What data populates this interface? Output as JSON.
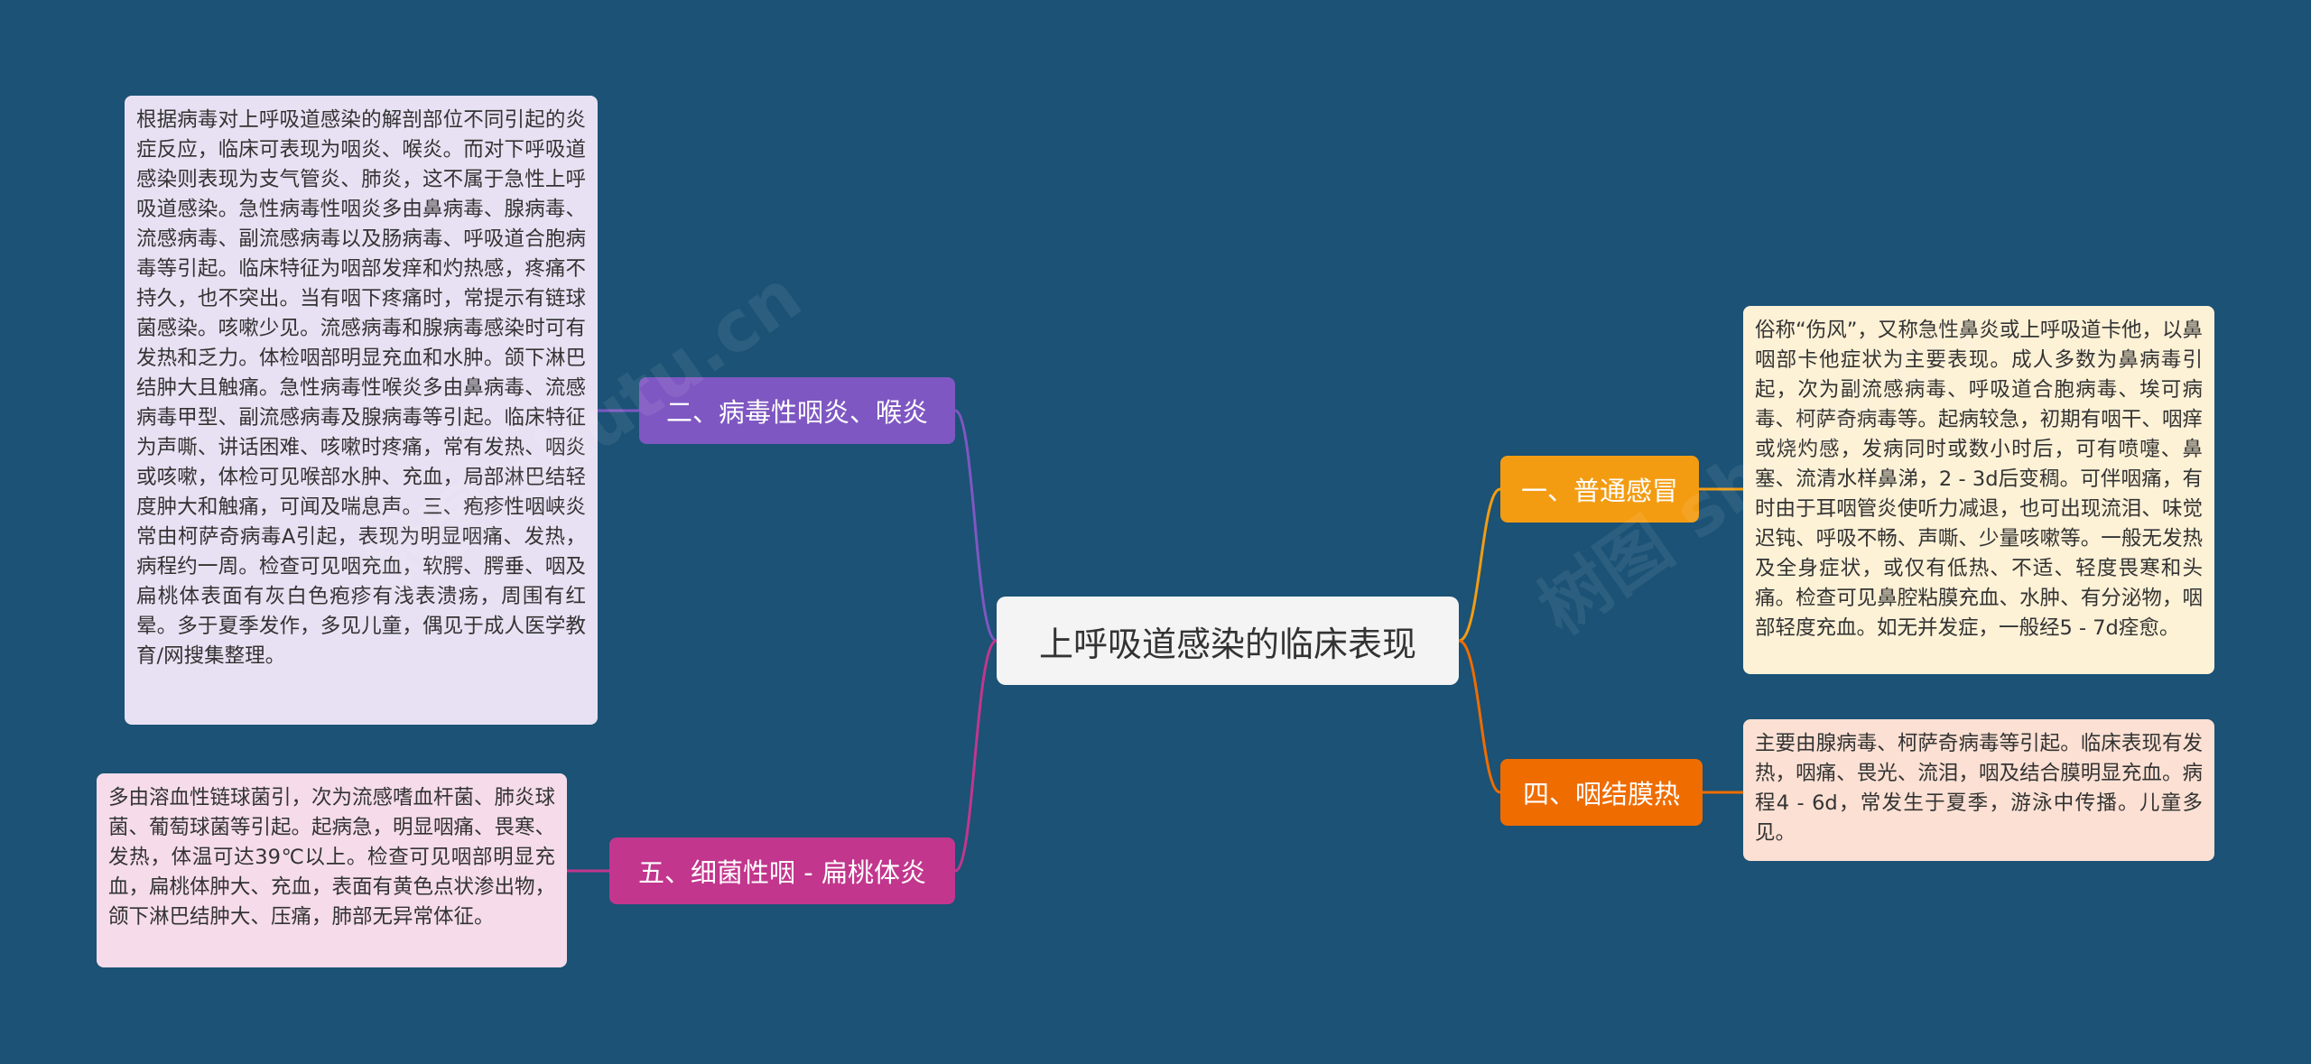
{
  "center": {
    "label": "上呼吸道感染的临床表现"
  },
  "topics": {
    "t1": {
      "label": "一、普通感冒",
      "color": "#f39c12"
    },
    "t4": {
      "label": "四、咽结膜热",
      "color": "#ef6c00"
    },
    "t2": {
      "label": "二、病毒性咽炎、喉炎",
      "color": "#7e57c2"
    },
    "t5": {
      "label": "五、细菌性咽 - 扁桃体炎",
      "color": "#c2368d"
    }
  },
  "details": {
    "d1": "俗称“伤风”，又称急性鼻炎或上呼吸道卡他，以鼻咽部卡他症状为主要表现。成人多数为鼻病毒引起，次为副流感病毒、呼吸道合胞病毒、埃可病毒、柯萨奇病毒等。起病较急，初期有咽干、咽痒或烧灼感，发病同时或数小时后，可有喷嚏、鼻塞、流清水样鼻涕，2 - 3d后变稠。可伴咽痛，有时由于耳咽管炎使听力减退，也可出现流泪、味觉迟钝、呼吸不畅、声嘶、少量咳嗽等。一般无发热及全身症状，或仅有低热、不适、轻度畏寒和头痛。检查可见鼻腔粘膜充血、水肿、有分泌物，咽部轻度充血。如无并发症，一般经5 - 7d痊愈。",
    "d4": "主要由腺病毒、柯萨奇病毒等引起。临床表现有发热，咽痛、畏光、流泪，咽及结合膜明显充血。病程4 - 6d，常发生于夏季，游泳中传播。儿童多见。",
    "d2": "根据病毒对上呼吸道感染的解剖部位不同引起的炎症反应，临床可表现为咽炎、喉炎。而对下呼吸道感染则表现为支气管炎、肺炎，这不属于急性上呼吸道感染。急性病毒性咽炎多由鼻病毒、腺病毒、流感病毒、副流感病毒以及肠病毒、呼吸道合胞病毒等引起。临床特征为咽部发痒和灼热感，疼痛不持久，也不突出。当有咽下疼痛时，常提示有链球菌感染。咳嗽少见。流感病毒和腺病毒感染时可有发热和乏力。体检咽部明显充血和水肿。颌下淋巴结肿大且触痛。急性病毒性喉炎多由鼻病毒、流感病毒甲型、副流感病毒及腺病毒等引起。临床特征为声嘶、讲话困难、咳嗽时疼痛，常有发热、咽炎或咳嗽，体检可见喉部水肿、充血，局部淋巴结轻度肿大和触痛，可闻及喘息声。三、疱疹性咽峡炎常由柯萨奇病毒A引起，表现为明显咽痛、发热，病程约一周。检查可见咽充血，软腭、腭垂、咽及扁桃体表面有灰白色疱疹有浅表溃疡，周围有红晕。多于夏季发作，多见儿童，偶见于成人医学教育/网搜集整理。",
    "d5": "多由溶血性链球菌引，次为流感嗜血杆菌、肺炎球菌、葡萄球菌等引起。起病急，明显咽痛、畏寒、发热，体温可达39℃以上。检查可见咽部明显充血，扁桃体肿大、充血，表面有黄色点状渗出物，颌下淋巴结肿大、压痛，肺部无异常体征。"
  },
  "watermarks": {
    "left": "树图 shutu.cn",
    "right": "树图 shutu.cn"
  }
}
